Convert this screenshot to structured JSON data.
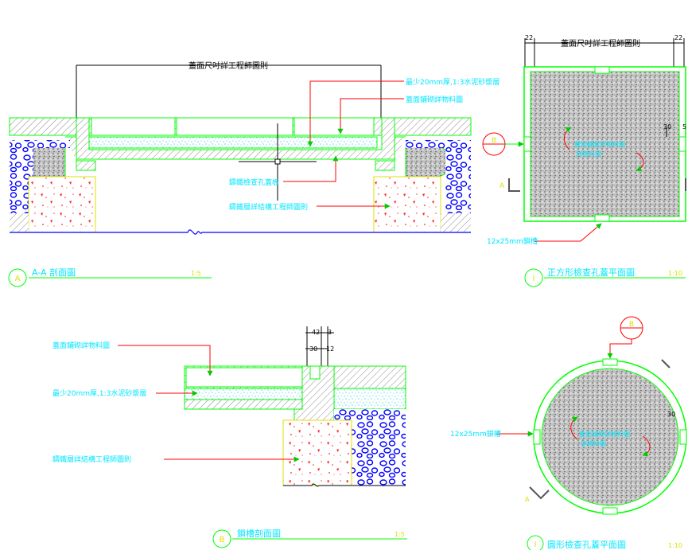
{
  "colors": {
    "background": "#ffffff",
    "outline": "#00ff00",
    "text_cyan": "#00e5ff",
    "leader_red": "#ff0000",
    "section_blue": "#0000ff",
    "dim_black": "#000000",
    "yellow_title_num": "#e0e000"
  },
  "section_aa": {
    "title": "A-A 剖面圖",
    "marker": "A",
    "scale": "1:5",
    "dim_label": "蓋面尺吋詳工程師圖則",
    "notes": [
      "最少20mm厚,1:3水泥砂漿層",
      "蓋面鋪砌詳物料圖",
      "鑄鐵檢查孔蓋板",
      "鑄鐵層詳結構工程師圖則"
    ]
  },
  "square_plan": {
    "title": "正方形檢查孔蓋平面圖",
    "marker": "I",
    "scale": "1:10",
    "dim_label": "蓋面尺吋詳工程師圖則",
    "dims": [
      "22",
      "22",
      "30",
      "5"
    ],
    "center_note_line1": "蓋面鋪砌詳物料圖",
    "center_note_line2": "詳物料圖",
    "slot_note": "12x25mm鎖槽",
    "section_b_marker": "B",
    "section_a_marker": "A"
  },
  "lock_section": {
    "title": "鎖槽剖面圖",
    "marker": "B",
    "scale": "1:5",
    "dims": [
      "42",
      "3",
      "30",
      "12"
    ],
    "notes": [
      "蓋面鋪砌詳物料圖",
      "最少20mm厚,1:3水泥砂漿層",
      "鑄鐵層詳結構工程師圖則"
    ]
  },
  "round_plan": {
    "title": "圓形檢查孔蓋平面圖",
    "marker": "I",
    "scale": "1:10",
    "dims": [
      "30"
    ],
    "center_note_line1": "蓋面鋪砌詳物料圖",
    "center_note_line2": "詳物料圖",
    "slot_note": "12x25mm鎖槽",
    "section_b_marker": "B",
    "section_a_marker": "A"
  }
}
